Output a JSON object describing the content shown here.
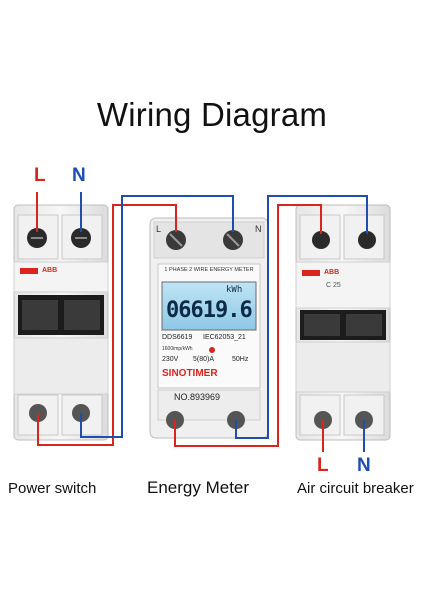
{
  "title": "Wiring Diagram",
  "labels": {
    "L": "L",
    "N": "N",
    "power_switch": "Power switch",
    "energy_meter": "Energy Meter",
    "air_breaker": "Air circuit breaker"
  },
  "meter": {
    "header": "1 PHASE 2 WIRE ENERGY METER",
    "unit": "kWh",
    "reading": "06619.6",
    "model": "DDS6619",
    "standard": "IEC62053_21",
    "voltage": "230V",
    "current": "5(80)A",
    "frequency": "50Hz",
    "imp": "1600imp/kWh",
    "brand": "SINOTIMER",
    "serial": "NO.893969",
    "term_l": "L",
    "term_n": "N"
  },
  "breaker_left": {
    "brand": "ABB"
  },
  "breaker_right": {
    "brand": "ABB",
    "rating": "C 25"
  },
  "colors": {
    "live": "#d9251d",
    "neutral": "#1f4db0"
  }
}
